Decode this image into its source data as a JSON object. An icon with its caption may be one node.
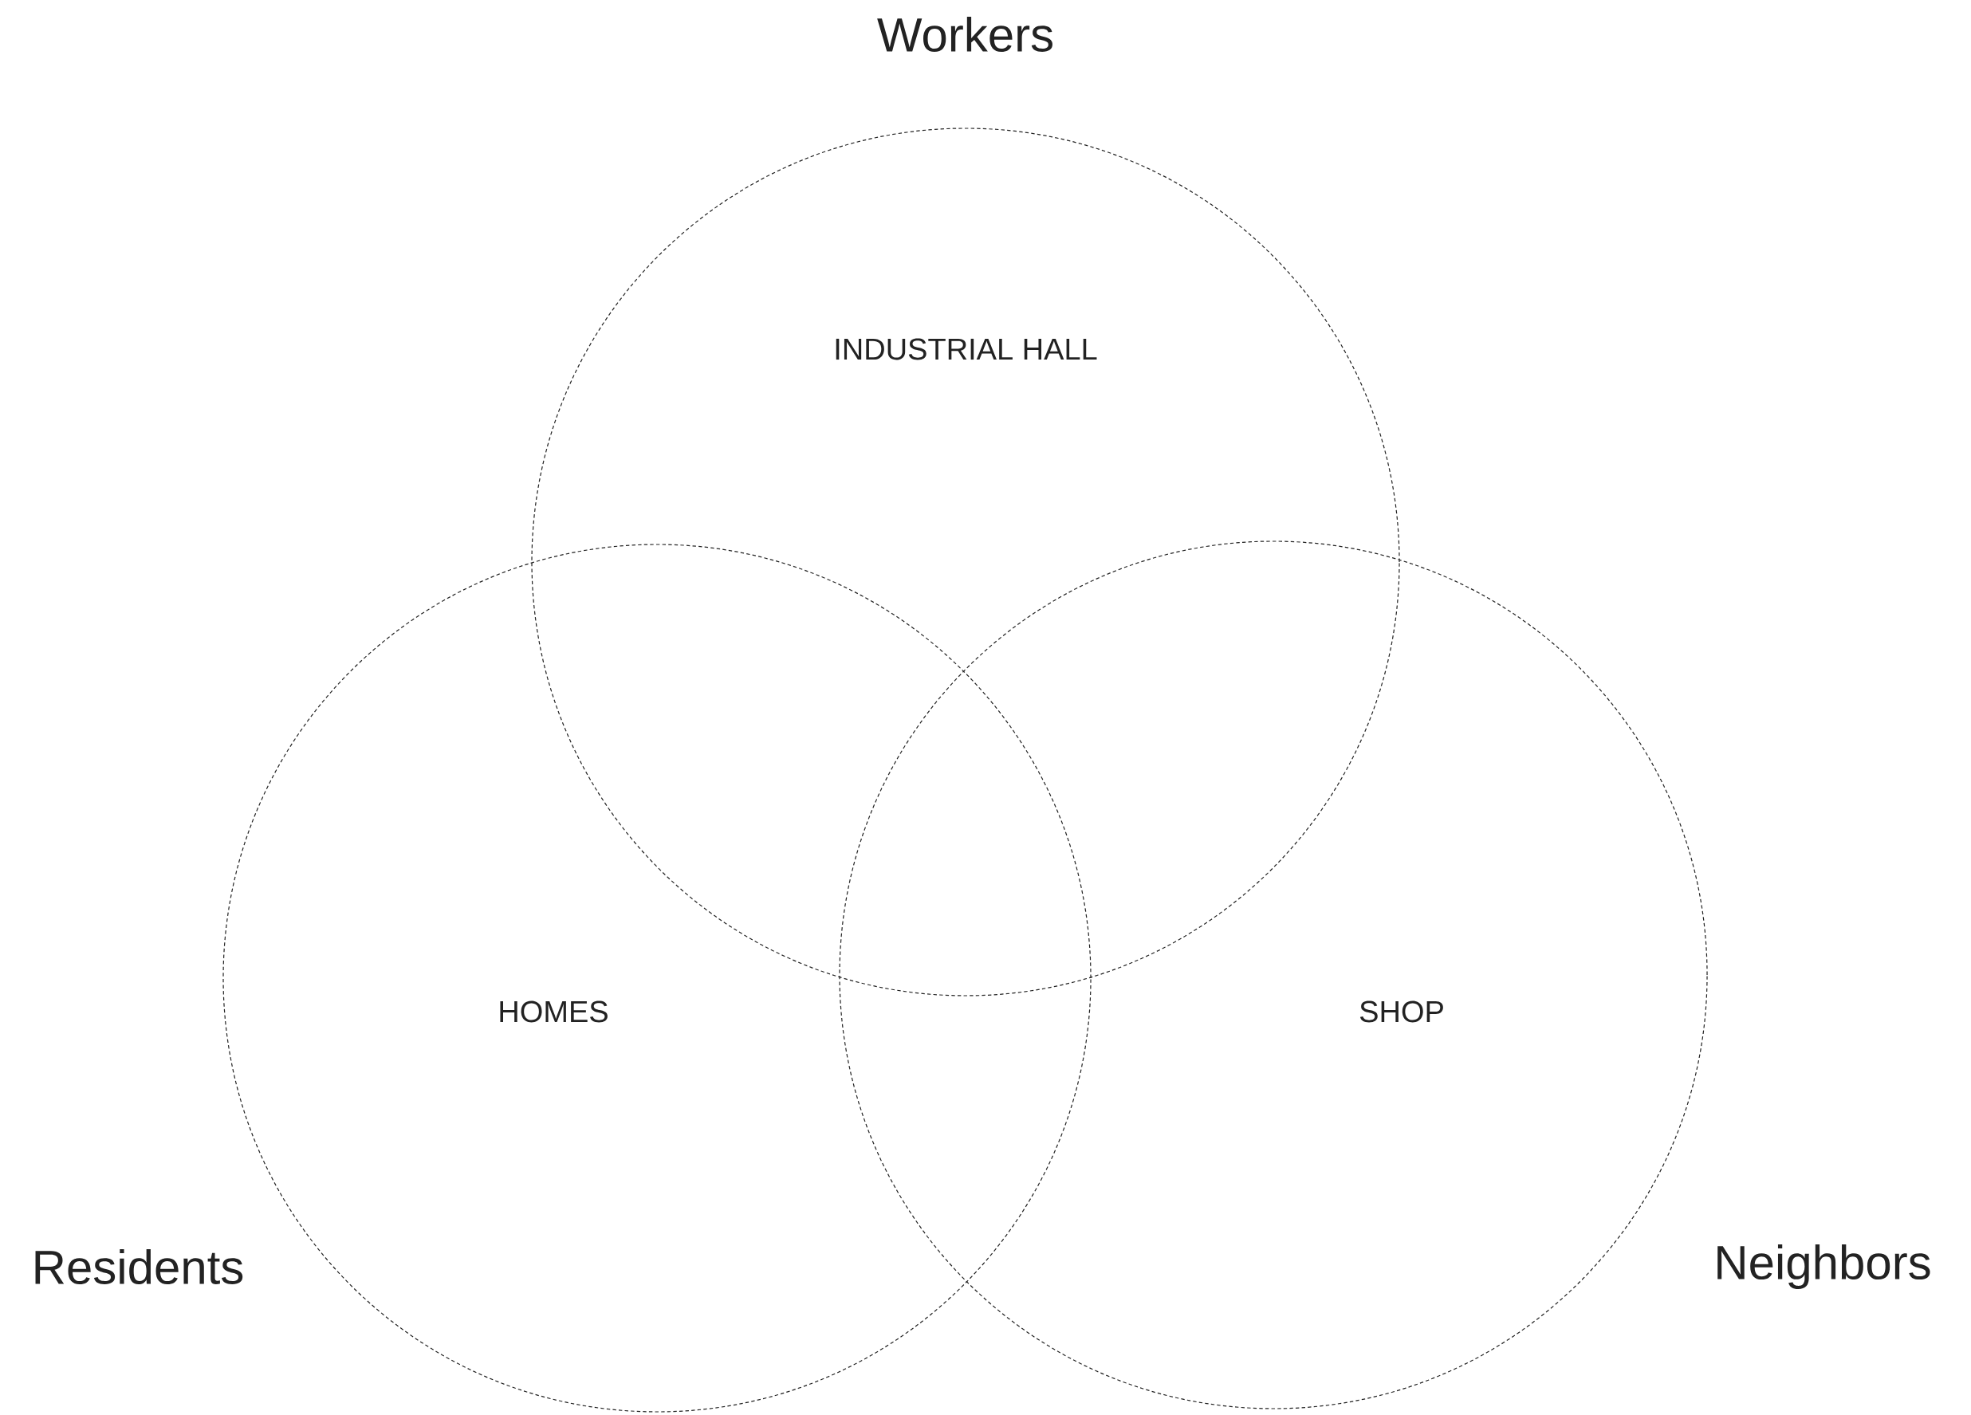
{
  "diagram": {
    "nodes": [
      {
        "text": [
          "Workers",
          "INDUSTRIAL HALL"
        ]
      },
      {
        "text": [
          "Residents",
          "HOMES"
        ]
      },
      {
        "text": [
          "Neighbors",
          "SHOP"
        ]
      }
    ]
  }
}
